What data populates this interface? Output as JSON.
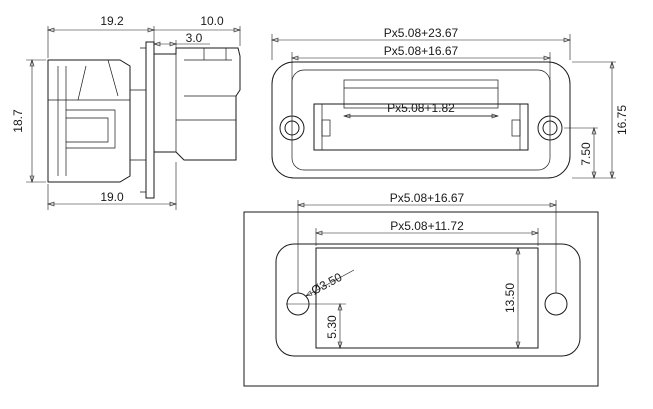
{
  "side_view": {
    "width_top": "19.2",
    "depth_right": "10.0",
    "flange": "3.0",
    "height": "18.7",
    "width_bottom": "19.0"
  },
  "front_view": {
    "overall_width": "Px5.08+23.67",
    "hole_pitch": "Px5.08+16.67",
    "slot_width": "Px5.08+1.82",
    "overall_height": "16.75",
    "half_height": "7.50"
  },
  "cutout_view": {
    "hole_pitch": "Px5.08+16.67",
    "opening_width": "Px5.08+11.72",
    "hole_diameter": "Ø3.50",
    "opening_height": "13.50",
    "offset": "5.30"
  }
}
